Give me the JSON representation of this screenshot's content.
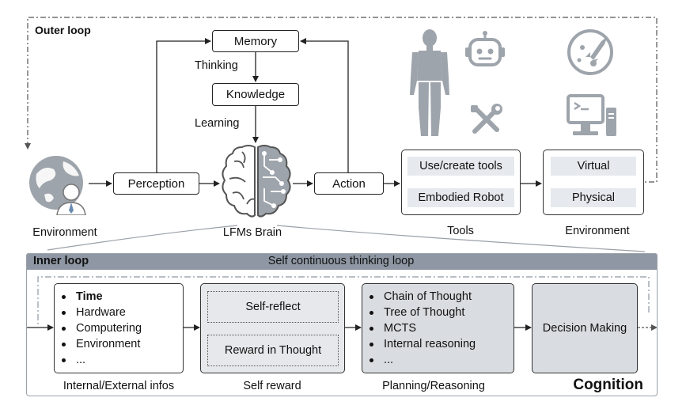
{
  "outer_loop": {
    "title": "Outer loop",
    "memory": "Memory",
    "thinking": "Thinking",
    "knowledge": "Knowledge",
    "learning": "Learning",
    "perception": "Perception",
    "action": "Action",
    "brain_label": "LFMs Brain",
    "env_left_label": "Environment",
    "tools": {
      "items": [
        "Use/create tools",
        "Embodied Robot"
      ],
      "label": "Tools"
    },
    "environment_right": {
      "items": [
        "Virtual",
        "Physical"
      ],
      "label": "Environment"
    }
  },
  "inner_loop": {
    "title": "Inner loop",
    "subtitle": "Self continuous thinking loop",
    "infos": {
      "items": [
        "Time",
        "Hardware",
        "Computering",
        "Environment",
        "..."
      ],
      "label": "Internal/External infos"
    },
    "self_reward": {
      "items": [
        "Self-reflect",
        "Reward in Thought"
      ],
      "label": "Self reward"
    },
    "planning": {
      "items": [
        "Chain of Thought",
        "Tree of Thought",
        "MCTS",
        "Internal reasoning",
        "..."
      ],
      "label": "Planning/Reasoning"
    },
    "decision": "Decision Making",
    "cognition": "Cognition"
  },
  "icons": {
    "env_left": "globe-person-icon",
    "brain": "brain-circuit-icon",
    "humanoid": "humanoid-robot-icon",
    "robot": "robot-head-icon",
    "tools": "wrench-screwdriver-icon",
    "space": "planet-rocket-icon",
    "computer": "desktop-computer-icon"
  },
  "colors": {
    "icon_gray": "#9ea4ab",
    "cell_gray": "#e6e9ed",
    "inner_header": "#8e97a3"
  }
}
